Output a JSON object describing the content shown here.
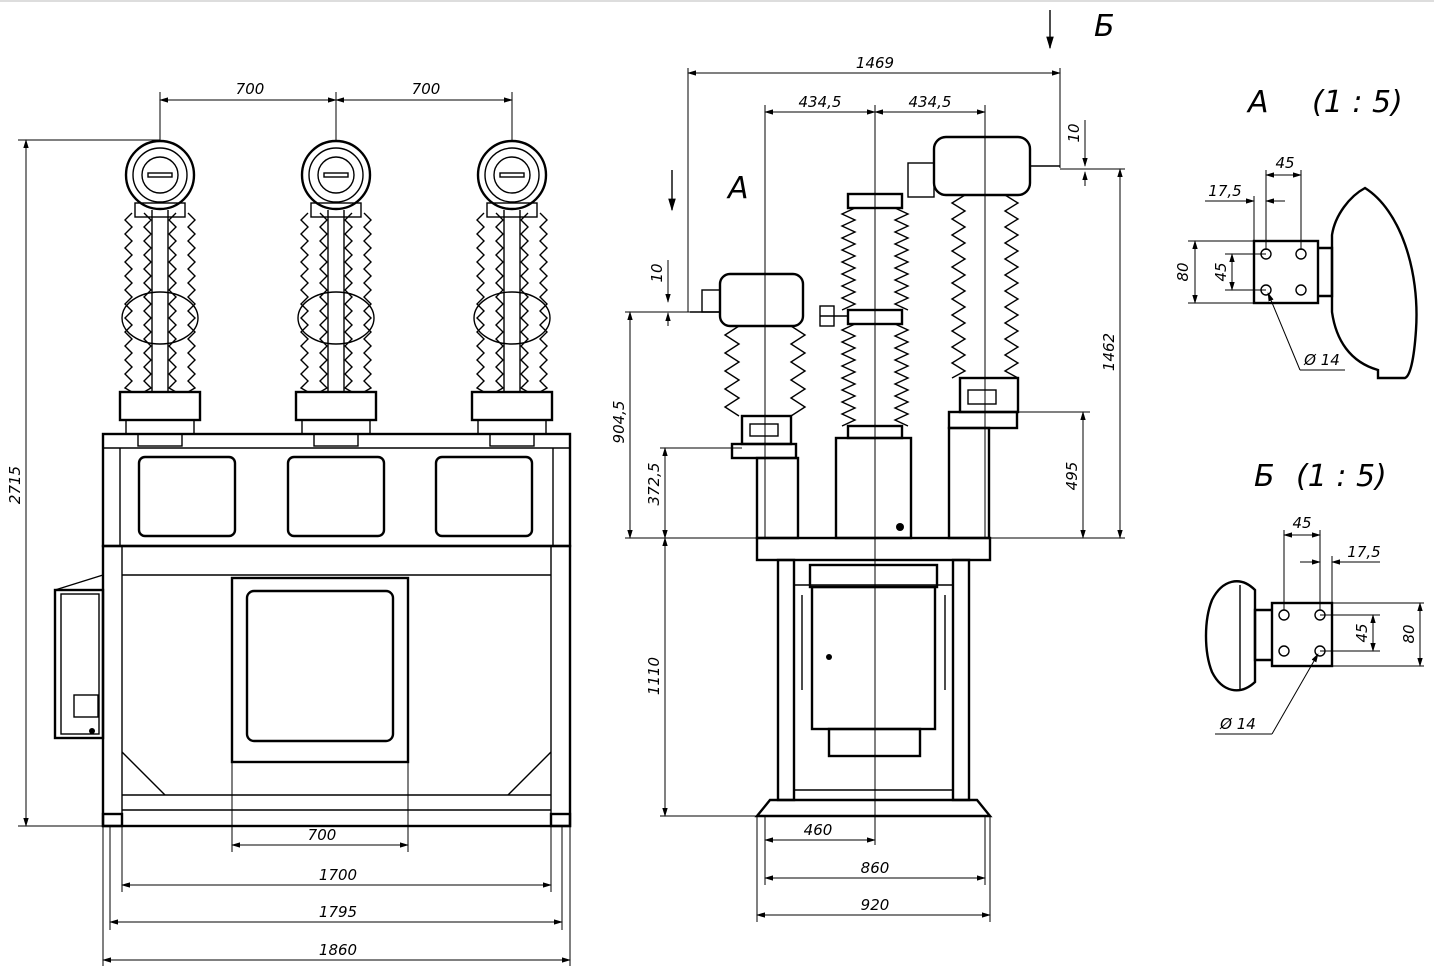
{
  "drawing": {
    "front_view": {
      "dims": {
        "pitch_a": "700",
        "pitch_b": "700",
        "height_total": "2715",
        "window_width": "700",
        "rail_inner": "1700",
        "rail_mid": "1795",
        "width_total": "1860"
      }
    },
    "side_view": {
      "arrow_top_label": "Б",
      "arrow_left_label": "А",
      "dims": {
        "top_width": "1469",
        "half_left": "434,5",
        "half_right": "434,5",
        "gap_right": "10",
        "gap_left": "10",
        "h_left_1": "904,5",
        "h_left_2": "372,5",
        "h_right_1": "1462",
        "h_right_2": "495",
        "frame_height": "1110",
        "base_offset": "460",
        "base_inner": "860",
        "base_outer": "920"
      }
    },
    "detail_a": {
      "title": "А",
      "scale": "(1 : 5)",
      "dims": {
        "w45": "45",
        "w175": "17,5",
        "h80": "80",
        "h45": "45",
        "hole": "Ø 14"
      }
    },
    "detail_b": {
      "title": "Б",
      "scale": "(1 : 5)",
      "dims": {
        "w45": "45",
        "w175": "17,5",
        "h80": "80",
        "h45": "45",
        "hole": "Ø 14"
      }
    }
  }
}
